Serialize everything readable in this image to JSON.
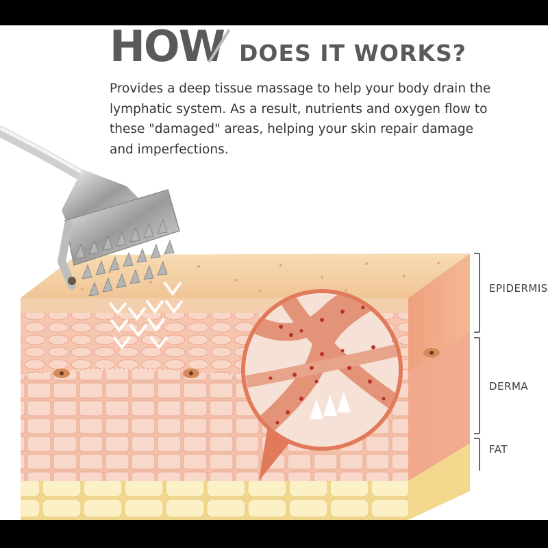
{
  "heading": {
    "big": "HOW",
    "small": "DOES IT WORKS?"
  },
  "description": "Provides a deep tissue massage to help your body drain the lymphatic system. As a result, nutrients and oxygen flow to these \"damaged\" areas, helping your skin repair damage and imperfections.",
  "layers": {
    "epidermis": "EPIDERMIS",
    "derma": "DERMA",
    "fat": "FAT"
  },
  "colors": {
    "heading": "#5a5a5a",
    "text": "#333333",
    "epidermis": "#f2c89a",
    "derma": "#f3b9a0",
    "fat": "#f7e6a8",
    "vessel": "#e07a5a"
  },
  "icons": {
    "tool": "derma-roller-icon",
    "arrows": "down-chevron-arrows",
    "flow": "up-arrows"
  }
}
